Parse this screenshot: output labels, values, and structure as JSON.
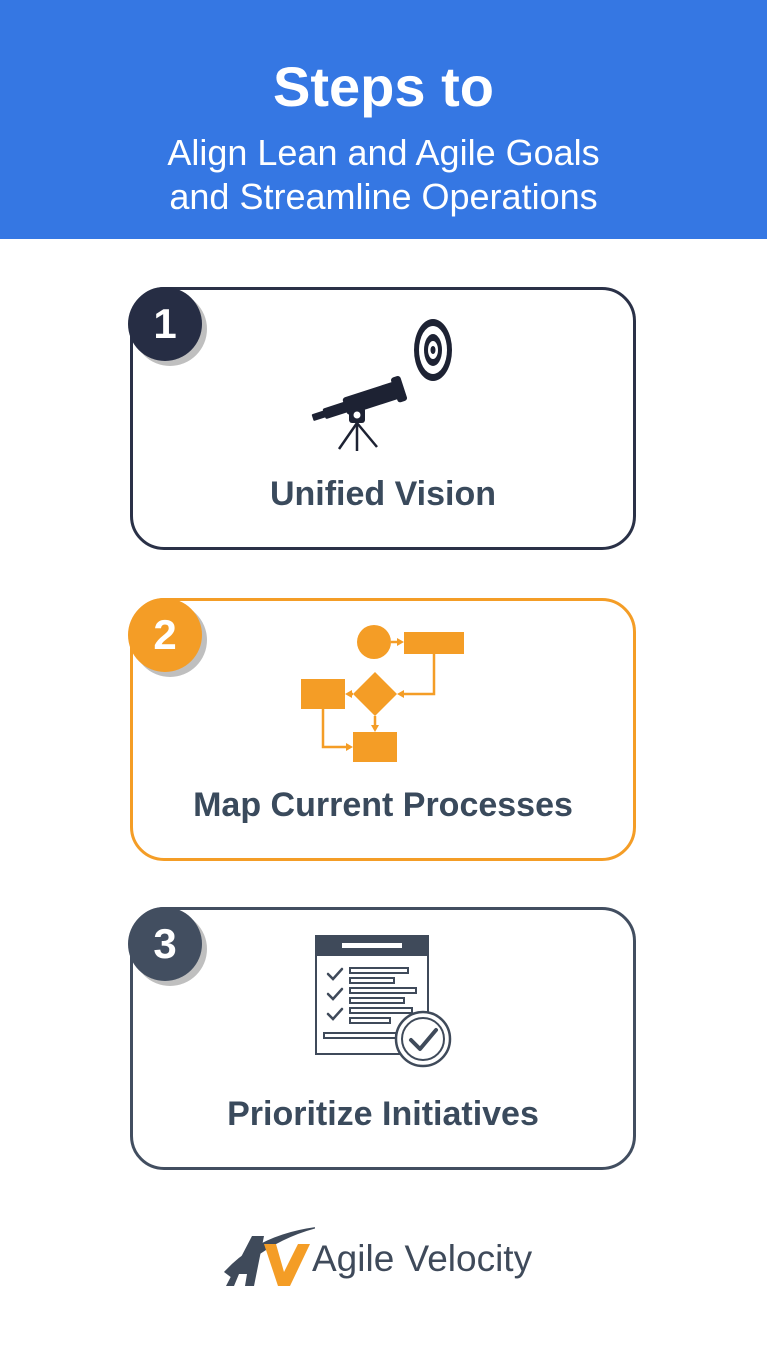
{
  "header": {
    "title": "Steps to",
    "subtitle_line1": "Align Lean and Agile Goals",
    "subtitle_line2": "and Streamline Operations"
  },
  "steps": [
    {
      "number": "1",
      "label": "Unified Vision",
      "icon": "telescope-target-icon",
      "color": "#262d44"
    },
    {
      "number": "2",
      "label": "Map Current Processes",
      "icon": "flowchart-icon",
      "color": "#f49d26"
    },
    {
      "number": "3",
      "label": "Prioritize Initiatives",
      "icon": "checklist-icon",
      "color": "#424e60"
    }
  ],
  "logo": {
    "text": "Agile Velocity",
    "mark": "AV"
  },
  "colors": {
    "header": "#3577e3",
    "navy": "#262d44",
    "orange": "#f49d26",
    "slate": "#424e60"
  }
}
